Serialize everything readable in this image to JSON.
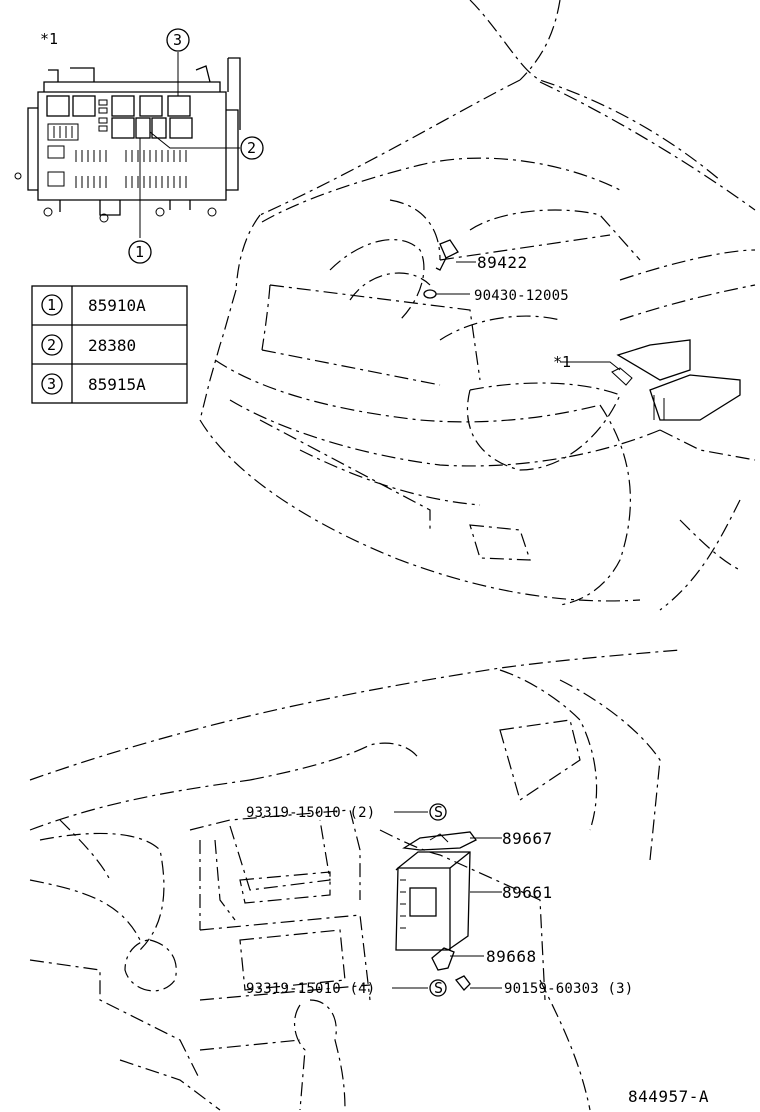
{
  "asterisk_label": "*1",
  "fuse_box": {
    "callouts": [
      "1",
      "2",
      "3"
    ]
  },
  "parts_table": [
    {
      "num": "1",
      "part": "85910A"
    },
    {
      "num": "2",
      "part": "28380"
    },
    {
      "num": "3",
      "part": "85915A"
    }
  ],
  "engine_labels": {
    "sensor": "89422",
    "washer": "90430-12005",
    "star_ref": "*1"
  },
  "interior_labels": {
    "screw_top": "93319-15010 (2)",
    "bracket_top": "89667",
    "ecu": "89661",
    "bracket_bottom": "89668",
    "screw_bottom": "93319-15010 (4)",
    "bolt": "90159-60303 (3)",
    "screw_symbol": "S"
  },
  "diagram_id": "844957-A"
}
